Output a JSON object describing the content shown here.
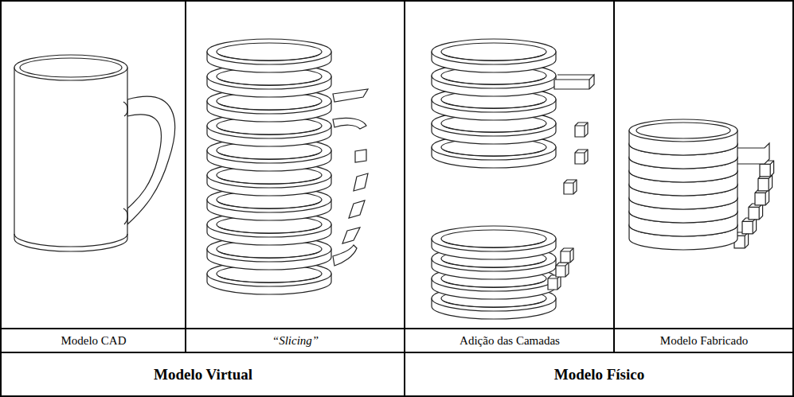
{
  "diagram": {
    "labels": [
      "Modelo CAD",
      "“Slicing”",
      "Adição das Camadas",
      "Modelo Fabricado",
      "Modelo Virtual",
      "Modelo Físico"
    ]
  }
}
